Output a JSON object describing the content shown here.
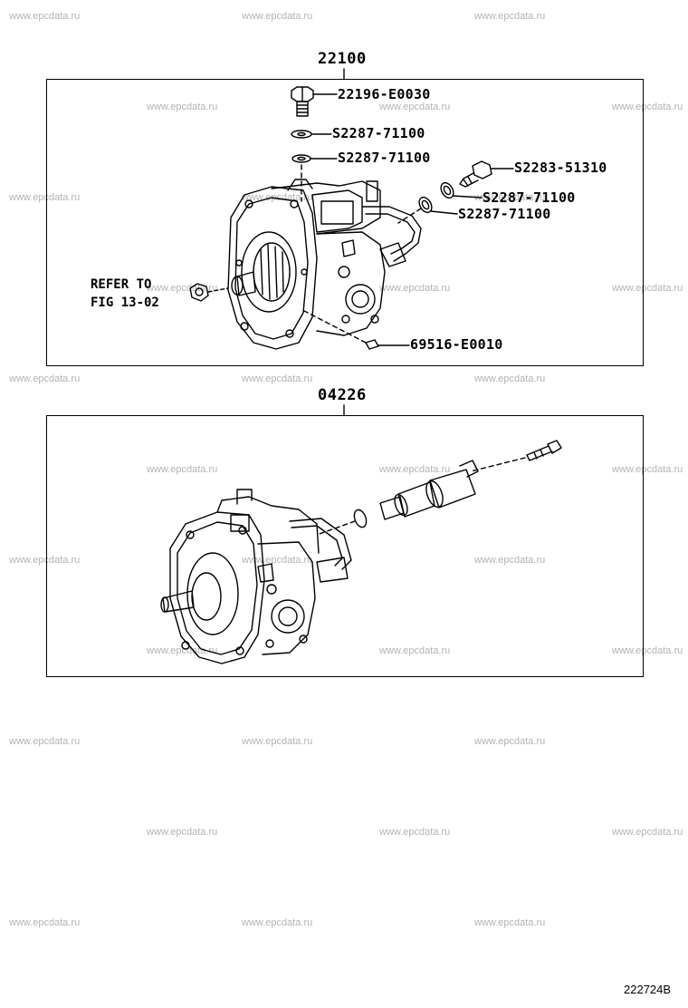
{
  "watermark": "www.epcdata.ru",
  "figure_number": "222724B",
  "groups": [
    {
      "code": "22100",
      "parts": [
        {
          "number": "22196-E0030",
          "icon": "bolt-icon"
        },
        {
          "number": "S2287-71100",
          "icon": "washer-icon"
        },
        {
          "number": "S2287-71100",
          "icon": "washer-icon"
        },
        {
          "number": "S2283-51310",
          "icon": "union-bolt-icon"
        },
        {
          "number": "S2287-71100",
          "icon": "gasket-icon"
        },
        {
          "number": "S2287-71100",
          "icon": "gasket-icon"
        },
        {
          "number": "69516-E0010",
          "icon": "key-icon"
        }
      ],
      "reference": {
        "line1": "REFER TO",
        "line2": "FIG 13-02"
      }
    },
    {
      "code": "04226",
      "parts": []
    }
  ]
}
